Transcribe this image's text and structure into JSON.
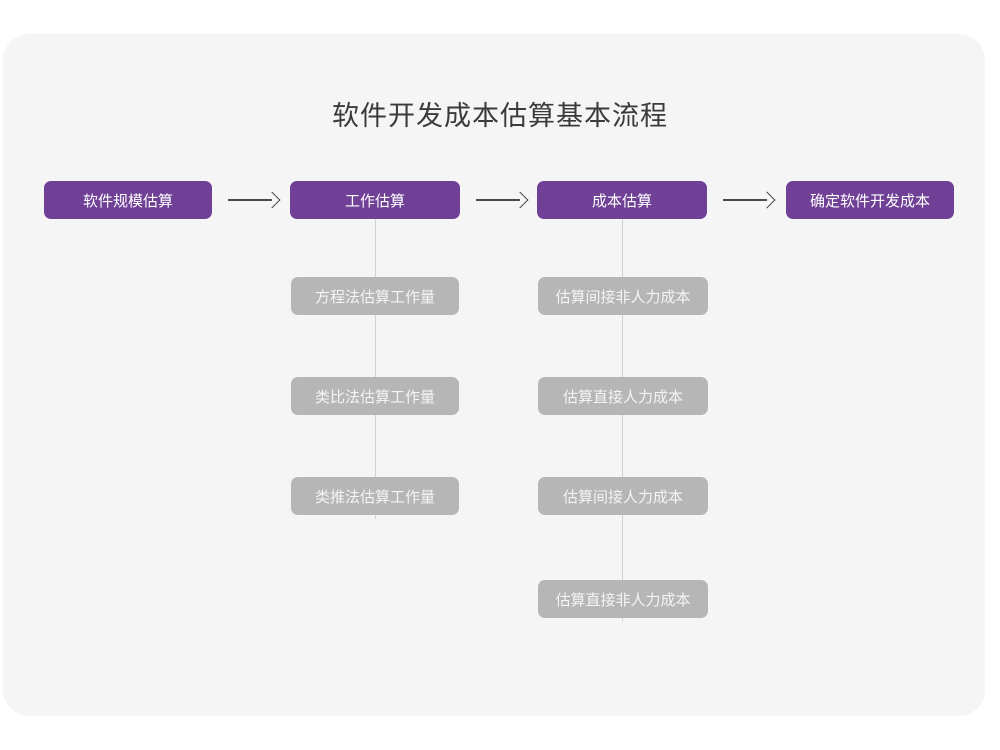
{
  "page": {
    "title": "软件开发成本估算基本流程",
    "background_color": "#ffffff",
    "card_color": "#f5f5f5"
  },
  "theme": {
    "primary_color": "#6f4096",
    "secondary_color": "#b6b6b6",
    "primary_text_color": "#ffffff",
    "secondary_text_color": "#f4f4f4",
    "title_color": "#3b3b3b",
    "connector_color": "#d2d2d2",
    "arrow_color": "#4a4a4a"
  },
  "flow": {
    "stages": [
      {
        "id": "stage-1",
        "label": "软件规模估算"
      },
      {
        "id": "stage-2",
        "label": "工作估算"
      },
      {
        "id": "stage-3",
        "label": "成本估算"
      },
      {
        "id": "stage-4",
        "label": "确定软件开发成本"
      }
    ],
    "arrows": [
      {
        "id": "arrow-1",
        "glyph": "→"
      },
      {
        "id": "arrow-2",
        "glyph": "→"
      },
      {
        "id": "arrow-3",
        "glyph": "→"
      }
    ],
    "substeps": {
      "stage-2": [
        "方程法估算工作量",
        "类比法估算工作量",
        "类推法估算工作量"
      ],
      "stage-3": [
        "估算间接非人力成本",
        "估算直接人力成本",
        "估算间接人力成本",
        "估算直接非人力成本"
      ]
    }
  }
}
